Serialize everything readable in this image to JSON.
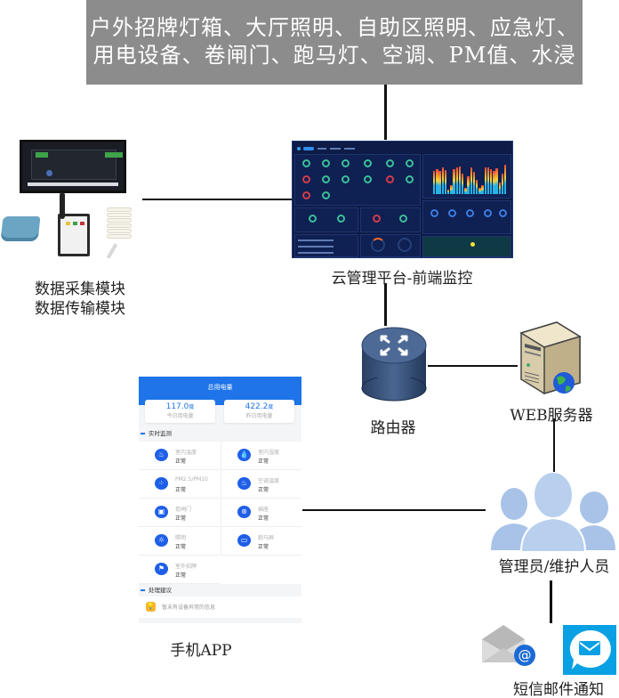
{
  "banner": {
    "line1": "户外招牌灯箱、大厅照明、自助区照明、应急灯、",
    "line2": "用电设备、卷闸门、跑马灯、空调、PM值、水浸"
  },
  "nodes": {
    "devices": {
      "label_line1": "数据采集模块",
      "label_line2": "数据传输模块"
    },
    "cloud_platform": {
      "label": "云管理平台-前端监控"
    },
    "router": {
      "label": "路由器"
    },
    "web_server": {
      "label": "WEB服务器"
    },
    "admins": {
      "label": "管理员/维护人员"
    },
    "notification": {
      "label": "短信邮件通知"
    },
    "mobile_app": {
      "label": "手机APP"
    }
  },
  "app": {
    "header_title": "总用电量",
    "stats": [
      {
        "value": "117.0",
        "unit": "度",
        "caption": "今日用电量"
      },
      {
        "value": "422.2",
        "unit": "度",
        "caption": "昨日用电量"
      }
    ],
    "section_realtime": "实时监测",
    "monitors": [
      {
        "name": "室内温度",
        "status": "正常",
        "icon": "thermometer-icon",
        "glyph": "♨"
      },
      {
        "name": "室内湿度",
        "status": "正常",
        "icon": "water-drop-icon",
        "glyph": "💧"
      },
      {
        "name": "PM2.5/PM10",
        "status": "正常",
        "icon": "particles-icon",
        "glyph": "⁘"
      },
      {
        "name": "空调温度",
        "status": "正常",
        "icon": "thermometer-icon",
        "glyph": "♨"
      },
      {
        "name": "卷闸门",
        "status": "正常",
        "icon": "shutter-door-icon",
        "glyph": "▣"
      },
      {
        "name": "插座",
        "status": "正常",
        "icon": "socket-icon",
        "glyph": "⊛"
      },
      {
        "name": "照明",
        "status": "正常",
        "icon": "light-bulb-icon",
        "glyph": "☼"
      },
      {
        "name": "跑马屏",
        "status": "正常",
        "icon": "led-screen-icon",
        "glyph": "▭"
      },
      {
        "name": "室外招牌",
        "status": "正常",
        "icon": "flag-icon",
        "glyph": "⚑"
      }
    ],
    "section_advice": "处理建议",
    "advice_text": "暂未有设备异常的信息"
  },
  "colors": {
    "banner_bg": "#8c8c8c",
    "app_primary": "#1e74e8",
    "dashboard_bg": "#0d1b46",
    "status_ok": "#3bbf9a",
    "status_alarm": "#d33b4c",
    "sms_blue": "#0aa0e4",
    "people_blue": "#a9c3e8"
  }
}
